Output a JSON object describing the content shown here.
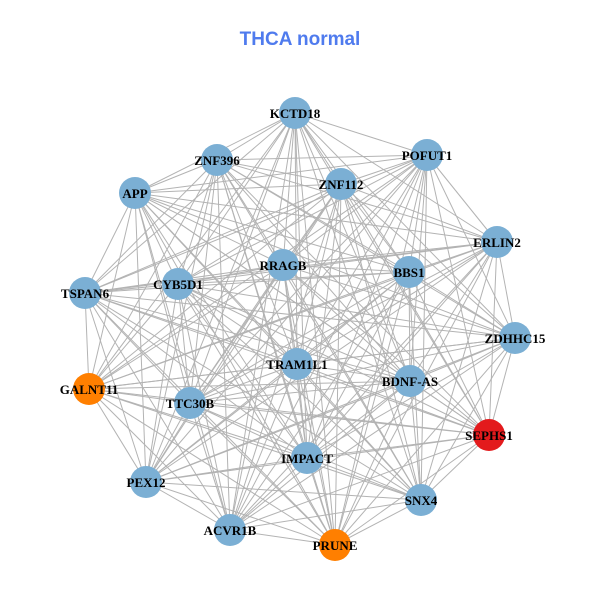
{
  "title": "THCA normal",
  "colors": {
    "title": "#4F7BEE",
    "edge": "#B3B3B3",
    "default": "#7BAFD4",
    "orange": "#FF7F00",
    "red": "#E31A1C"
  },
  "nodes": [
    {
      "id": "KCTD18",
      "color": "default"
    },
    {
      "id": "ZNF396",
      "color": "default"
    },
    {
      "id": "POFUT1",
      "color": "default"
    },
    {
      "id": "APP",
      "color": "default"
    },
    {
      "id": "ZNF112",
      "color": "default"
    },
    {
      "id": "ERLIN2",
      "color": "default"
    },
    {
      "id": "RRAGB",
      "color": "default"
    },
    {
      "id": "BBS1",
      "color": "default"
    },
    {
      "id": "CYB5D1",
      "color": "default"
    },
    {
      "id": "TSPAN6",
      "color": "default"
    },
    {
      "id": "ZDHHC15",
      "color": "default"
    },
    {
      "id": "TRAM1L1",
      "color": "default"
    },
    {
      "id": "BDNF-AS",
      "color": "default"
    },
    {
      "id": "GALNT11",
      "color": "orange"
    },
    {
      "id": "TTC30B",
      "color": "default"
    },
    {
      "id": "SEPHS1",
      "color": "red"
    },
    {
      "id": "IMPACT",
      "color": "default"
    },
    {
      "id": "PEX12",
      "color": "default"
    },
    {
      "id": "SNX4",
      "color": "default"
    },
    {
      "id": "ACVR1B",
      "color": "default"
    },
    {
      "id": "PRUNE",
      "color": "orange"
    }
  ],
  "edges_fully_connected": true
}
